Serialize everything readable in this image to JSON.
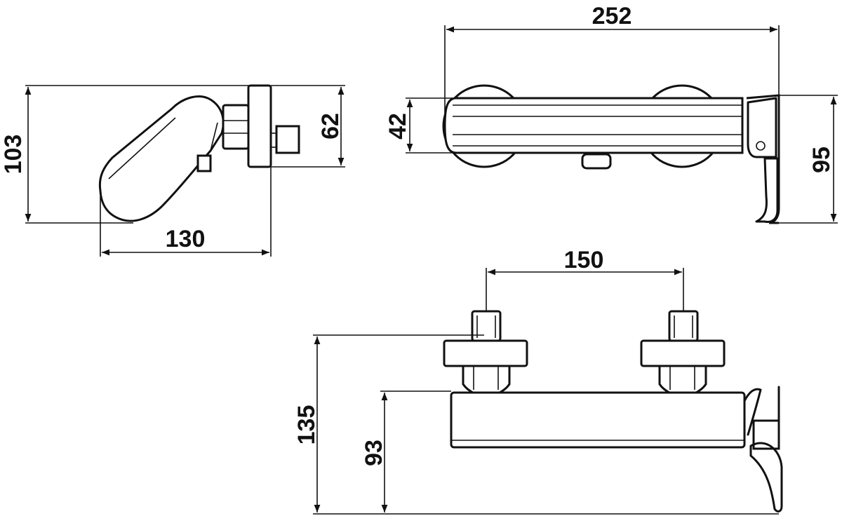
{
  "diagram": {
    "colors": {
      "ink": "#111111",
      "background": "#ffffff"
    },
    "views": {
      "side": {
        "height_dim": "103",
        "width_dim": "130",
        "plate_dim": "62"
      },
      "top": {
        "width_dim": "252",
        "body_dim": "42",
        "depth_dim": "95"
      },
      "front": {
        "spacing_dim": "150",
        "total_height_dim": "135",
        "outlet_height_dim": "93"
      }
    }
  }
}
